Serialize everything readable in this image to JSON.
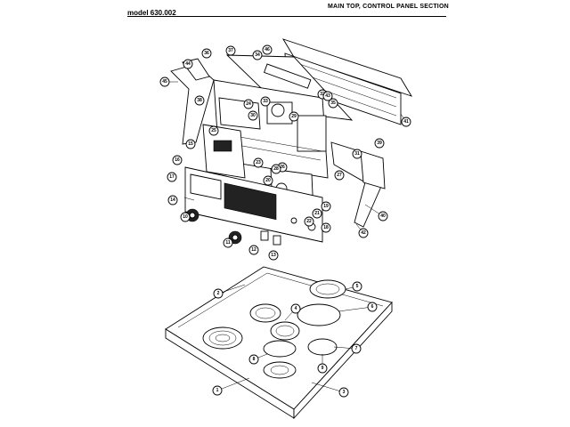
{
  "header": {
    "model_label": "model 630.002",
    "section_title": "MAIN TOP, CONTROL PANEL SECTION"
  },
  "callouts": [
    "1",
    "2",
    "3",
    "4",
    "5",
    "6",
    "7",
    "8",
    "9",
    "10",
    "11",
    "12",
    "13",
    "14",
    "15",
    "16",
    "17",
    "18",
    "19",
    "20",
    "21",
    "22",
    "23",
    "24",
    "25",
    "26",
    "27",
    "28",
    "29",
    "30",
    "31",
    "32",
    "33",
    "34",
    "35",
    "36",
    "37",
    "38",
    "39",
    "40",
    "41",
    "42",
    "43",
    "44",
    "45",
    "46"
  ]
}
